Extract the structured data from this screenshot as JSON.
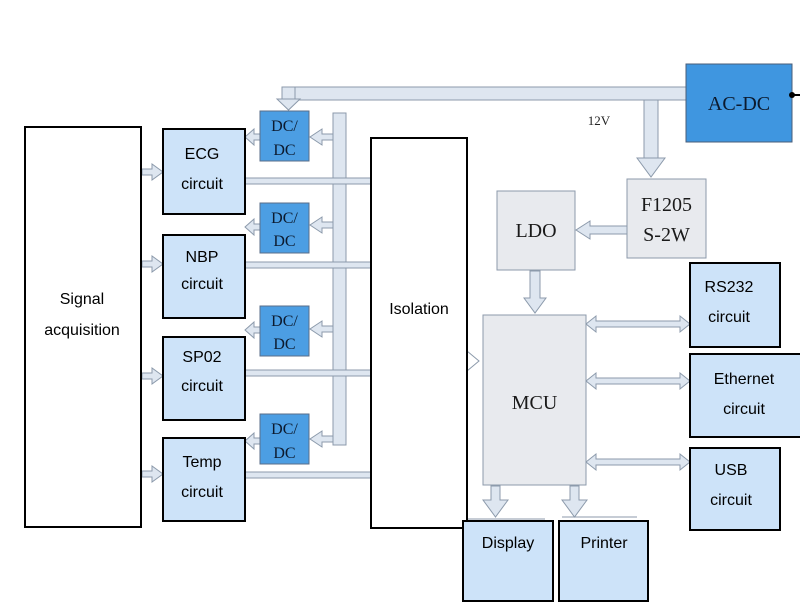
{
  "blocks": {
    "signal": {
      "line1": "Signal",
      "line2": "acquisition"
    },
    "ecg": {
      "line1": "ECG",
      "line2": "circuit"
    },
    "nbp": {
      "line1": "NBP",
      "line2": "circuit"
    },
    "spo2": {
      "line1": "SP02",
      "line2": "circuit"
    },
    "temp": {
      "line1": "Temp",
      "line2": "circuit"
    },
    "dcdc_1": {
      "line1": "DC/",
      "line2": "DC"
    },
    "dcdc_2": {
      "line1": "DC/",
      "line2": "DC"
    },
    "dcdc_3": {
      "line1": "DC/",
      "line2": "DC"
    },
    "dcdc_4": {
      "line1": "DC/",
      "line2": "DC"
    },
    "isolation": {
      "label": "Isolation"
    },
    "acdc": {
      "label": "AC-DC"
    },
    "f1205": {
      "line1": "F1205",
      "line2": "S-2W"
    },
    "ldo": {
      "label": "LDO"
    },
    "mcu": {
      "label": "MCU"
    },
    "rs232": {
      "line1": "RS232",
      "line2": "circuit"
    },
    "ethernet": {
      "line1": "Ethernet",
      "line2": "circuit"
    },
    "usb": {
      "line1": "USB",
      "line2": "circuit"
    },
    "display": {
      "label": "Display"
    },
    "printer": {
      "label": "Printer"
    }
  },
  "labels": {
    "voltage": "12V"
  },
  "colors": {
    "light_block": "#cde3f9",
    "dcdc_block": "#4c9ee3",
    "acdc_block": "#3f96e0",
    "gray_block": "#e8eaee",
    "arrow_fill": "#dee6f0",
    "arrow_stroke": "#8c9aab",
    "outline": "#000000"
  }
}
